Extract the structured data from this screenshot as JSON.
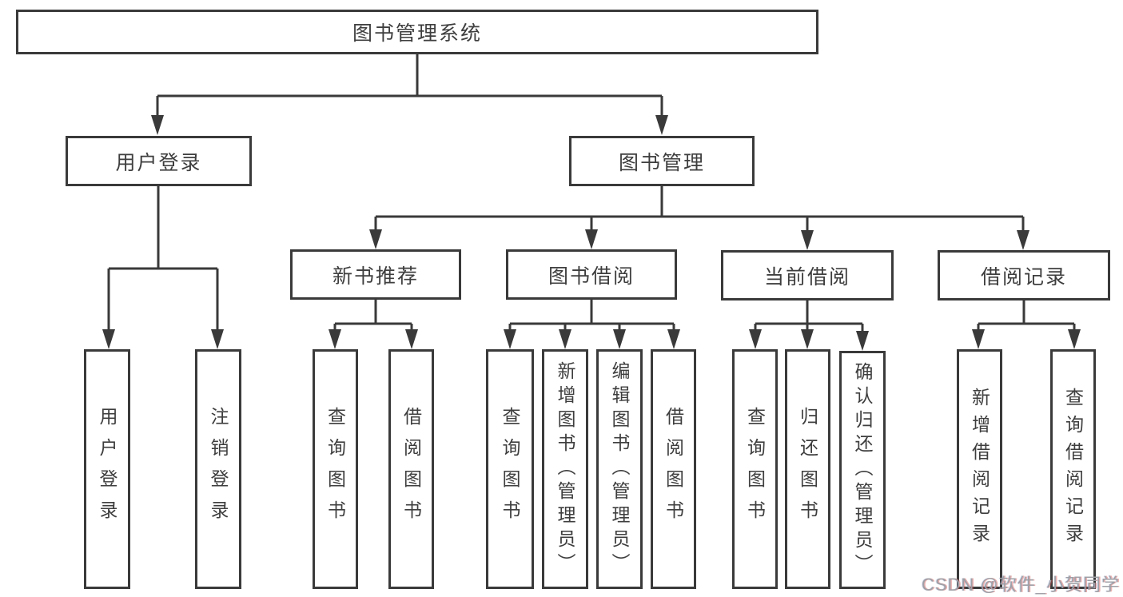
{
  "diagram": {
    "root": {
      "label": "图书管理系统"
    },
    "branches": [
      {
        "label": "用户登录",
        "children": [
          {
            "label": "用户登录"
          },
          {
            "label": "注销登录"
          }
        ]
      },
      {
        "label": "图书管理",
        "children": [
          {
            "label": "新书推荐",
            "children": [
              {
                "label": "查询图书"
              },
              {
                "label": "借阅图书"
              }
            ]
          },
          {
            "label": "图书借阅",
            "children": [
              {
                "label": "查询图书"
              },
              {
                "label": "新增图书（管理员）"
              },
              {
                "label": "编辑图书（管理员）"
              },
              {
                "label": "借阅图书"
              }
            ]
          },
          {
            "label": "当前借阅",
            "children": [
              {
                "label": "查询图书"
              },
              {
                "label": "归还图书"
              },
              {
                "label": "确认归还（管理员）"
              }
            ]
          },
          {
            "label": "借阅记录",
            "children": [
              {
                "label": "新增借阅记录"
              },
              {
                "label": "查询借阅记录"
              }
            ]
          }
        ]
      }
    ]
  },
  "watermark": {
    "text": "CSDN @软件_小贺同学"
  },
  "colors": {
    "line": "#3a3a3a",
    "text": "#3e3e3e",
    "background": "#ffffff"
  }
}
